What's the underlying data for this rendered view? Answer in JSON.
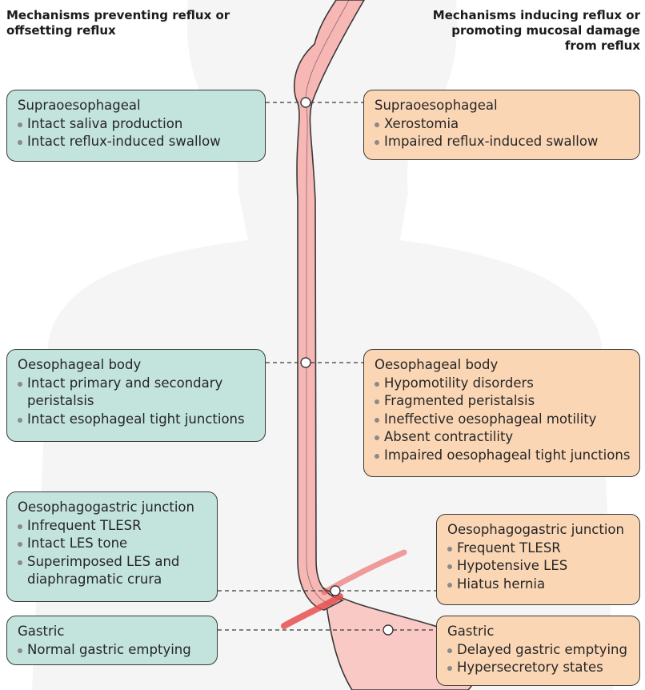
{
  "headings": {
    "left": "Mechanisms preventing reflux or offsetting reflux",
    "right": "Mechanisms inducing reflux or promoting mucosal damage from reflux"
  },
  "left_boxes": [
    {
      "title": "Supraoesophageal",
      "items": [
        "Intact saliva production",
        "Intact reflux-induced swallow"
      ]
    },
    {
      "title": "Oesophageal body",
      "items": [
        "Intact primary and secondary peristalsis",
        "Intact esophageal tight junctions"
      ]
    },
    {
      "title": "Oesophagogastric junction",
      "items": [
        "Infrequent TLESR",
        "Intact LES tone",
        "Superimposed LES and diaphragmatic crura"
      ]
    },
    {
      "title": "Gastric",
      "items": [
        "Normal gastric emptying"
      ]
    }
  ],
  "right_boxes": [
    {
      "title": "Supraoesophageal",
      "items": [
        "Xerostomia",
        "Impaired reflux-induced swallow"
      ]
    },
    {
      "title": "Oesophageal body",
      "items": [
        "Hypomotility disorders",
        "Fragmented peristalsis",
        "Ineffective oesophageal motility",
        "Absent contractility",
        "Impaired oesophageal tight junctions"
      ]
    },
    {
      "title": "Oesophagogastric junction",
      "items": [
        "Frequent TLESR",
        "Hypotensive LES",
        "Hiatus hernia"
      ]
    },
    {
      "title": "Gastric",
      "items": [
        "Delayed gastric emptying",
        "Hypersecretory states"
      ]
    }
  ],
  "colors": {
    "left_box": "#c3e3dd",
    "right_box": "#fbd6b5",
    "oesophagus": "#f7b7b5",
    "stomach": "#f9c9c6",
    "diaphragm": "#e8504f",
    "silhouette": "#f5f5f5"
  }
}
